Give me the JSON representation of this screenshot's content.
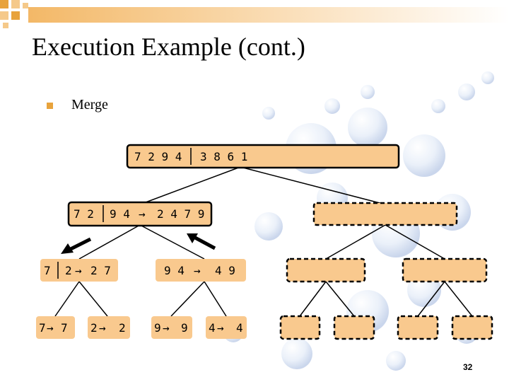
{
  "slide": {
    "title": "Execution Example (cont.)",
    "bullet": "Merge",
    "page_number": "32"
  },
  "colors": {
    "node_fill": "#f9c98e",
    "node_border": "#000000",
    "bullet": "#e8a33c",
    "banner": "#f5c98a"
  },
  "tree": {
    "root": {
      "left": "7 2 9 4",
      "right": "3 8 6 1"
    },
    "l1_left": {
      "left": "7 2",
      "right": "9 4",
      "arrow": "→",
      "result": "2 4 7 9"
    },
    "l2_a": {
      "left": "7",
      "right": "2",
      "arrow": "→",
      "result": "2 7"
    },
    "l2_b": {
      "left": "9 4",
      "arrow": "→",
      "result": "4 9"
    },
    "leaves": [
      {
        "left": "7",
        "arrow": "→",
        "result": "7"
      },
      {
        "left": "2",
        "arrow": "→",
        "result": "2"
      },
      {
        "left": "9",
        "arrow": "→",
        "result": "9"
      },
      {
        "left": "4",
        "arrow": "→",
        "result": "4"
      }
    ],
    "empty_nodes_icon": "dashed-placeholder"
  }
}
